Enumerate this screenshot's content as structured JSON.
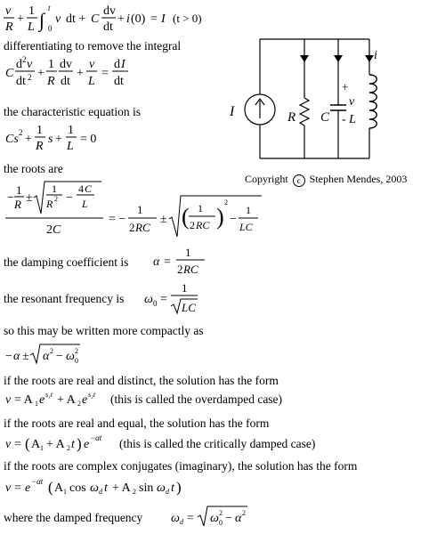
{
  "text": {
    "l1": "differentiating to remove the integral",
    "l2": "the characteristic equation is",
    "l3": "the roots are",
    "l4": "the damping coefficient is",
    "l5": "the resonant frequency is",
    "l6": "so this may be written more compactly as",
    "l7": "if the roots are real and distinct, the solution has the form",
    "l8": "(this is called the overdamped case)",
    "l9": "if the roots are real and equal, the solution has the form",
    "l10": "(this is called the critically damped case)",
    "l11": "if the roots are complex conjugates (imaginary), the solution has the form",
    "l12": "where the damped frequency"
  },
  "eq": {
    "cond": "(t > 0)"
  },
  "circuit": {
    "label_source": "I",
    "label_r": "R",
    "label_c": "C",
    "label_plus": "+",
    "label_v": "v",
    "label_minus": "- L",
    "label_i": "i"
  },
  "copyright": {
    "before": "Copyright",
    "symbol": "c",
    "after": "Stephen Mendes, 2003"
  }
}
